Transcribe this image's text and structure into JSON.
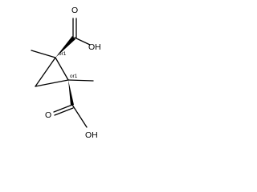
{
  "molecule": {
    "atoms": {
      "oh_top": "OH",
      "o_top": "O",
      "oh_bottom": "OH",
      "o_bottom": "O"
    },
    "stereo": {
      "c1": "or1",
      "c2": "or1"
    }
  }
}
